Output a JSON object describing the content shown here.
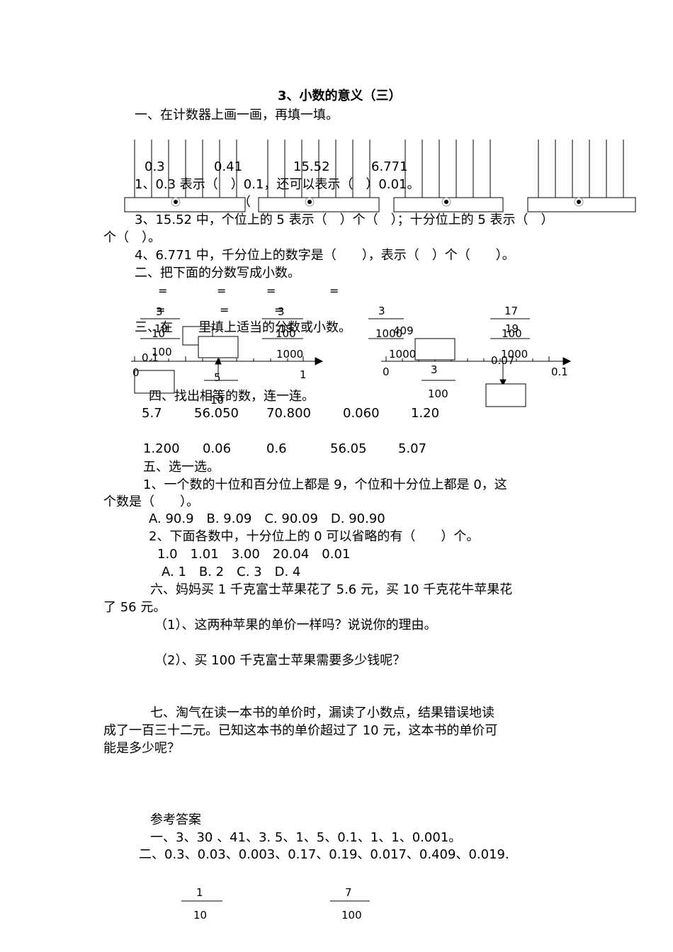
{
  "title": "3、小数的意义（三）",
  "section1": {
    "heading": "一、在计数器上画一画，再填一填。",
    "abacus_values": [
      "0.3",
      "0.41",
      "15.52",
      "6.771"
    ],
    "q1": "1、0.3 表示（　）0.1，还可以表示（　）0.01。",
    "q2_fragment": "（",
    "q3_line1": "3、15.52 中，个位上的 5 表示（　）个（　）；十分位上的 5 表示（　）",
    "q3_line2": "个（　）。",
    "q4": "4、6.771 中，千分位上的数字是（　　），表示（　）个（　　）。"
  },
  "section2": {
    "heading": "二、把下面的分数写成小数。",
    "equals": [
      "=",
      "=",
      "=",
      "=",
      "=",
      "=",
      "="
    ],
    "fractions": [
      {
        "num": "3",
        "den": "10"
      },
      {
        "num": "19",
        "den": "100"
      },
      {
        "num": "3",
        "den": "100"
      },
      {
        "num": "19",
        "den": "1000"
      },
      {
        "num": "3",
        "den": "1000"
      },
      {
        "num": "409",
        "den": "1000"
      },
      {
        "num": "17",
        "den": "100"
      },
      {
        "num": "19",
        "den": "1000"
      }
    ]
  },
  "section3": {
    "heading": "三、在　　里填上适当的分数或小数。",
    "line1": {
      "labels": [
        "0",
        "1",
        "0.1"
      ],
      "frac": {
        "num": "5",
        "den": "10"
      }
    },
    "line2": {
      "labels": [
        "0",
        "0.1",
        "0.07"
      ],
      "frac": {
        "num": "3",
        "den": "100"
      }
    }
  },
  "section4": {
    "heading": "四、找出相等的数，连一连。",
    "row1": [
      "5.7",
      "56.050",
      "70.800",
      "0.060",
      "1.20"
    ],
    "row2": [
      "1.200",
      "0.06",
      "0.6",
      "56.05",
      "5.07"
    ]
  },
  "section5": {
    "heading": "五、选一选。",
    "q1_line1": "1、一个数的十位和百分位上都是 9，个位和十分位上都是 0，这",
    "q1_line2": "个数是（　　）。",
    "q1_options": "A. 90.9　B. 9.09　C. 90.09　D. 90.90",
    "q2": "2、下面各数中，十分位上的 0 可以省略的有（　　）个。",
    "q2_numbers": "1.0　1.01　3.00　20.04　0.01",
    "q2_options": "A.  1　B.  2　C.  3　D.  4"
  },
  "section6": {
    "line1": "六、妈妈买 1 千克富士苹果花了 5.6 元，买 10 千克花牛苹果花",
    "line2": "了 56 元。",
    "sub1": "（1）、这两种苹果的单价一样吗？说说你的理由。",
    "sub2": "（2）、买 100 千克富士苹果需要多少钱呢？"
  },
  "section7": {
    "line1": "七、淘气在读一本书的单价时，漏读了小数点，结果错误地读",
    "line2": "成了一百三十二元。已知这本书的单价超过了 10 元，这本书的单价可",
    "line3": "能是多少呢？"
  },
  "answers": {
    "heading": "参考答案",
    "line1": "一、3、30 、41、3. 5、1、5、0.1、1、1、0.001。",
    "line2": "二、0.3、0.03、0.003、0.17、0.19、0.017、0.409、0.019.",
    "frac1": {
      "num": "1",
      "den": "10"
    },
    "frac2": {
      "num": "7",
      "den": "100"
    }
  }
}
